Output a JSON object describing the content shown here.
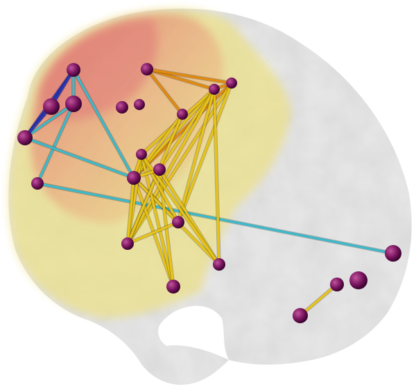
{
  "figure": {
    "kind": "brain-connectivity-render",
    "background": "#ffffff"
  },
  "brain": {
    "base_color": "#d9d9d9",
    "overlay_colors": [
      "#e06868",
      "#f2c98a",
      "#eee07a"
    ]
  },
  "nodes": [
    {
      "id": "n1",
      "color": "#7a1560"
    },
    {
      "id": "n2",
      "color": "#7a1560"
    },
    {
      "id": "n3",
      "color": "#7a1560"
    },
    {
      "id": "n4",
      "color": "#7a1560"
    },
    {
      "id": "n5",
      "color": "#7a1560"
    },
    {
      "id": "n6",
      "color": "#7a1560"
    },
    {
      "id": "n7",
      "color": "#7a1560"
    },
    {
      "id": "n8",
      "color": "#7a1560"
    },
    {
      "id": "n9",
      "color": "#7a1560"
    },
    {
      "id": "n10",
      "color": "#7a1560"
    },
    {
      "id": "n11",
      "color": "#7a1560"
    },
    {
      "id": "n12",
      "color": "#7a1560"
    },
    {
      "id": "n13",
      "color": "#7a1560"
    },
    {
      "id": "n14",
      "color": "#7a1560"
    },
    {
      "id": "n15",
      "color": "#7a1560"
    },
    {
      "id": "n16",
      "color": "#7a1560"
    },
    {
      "id": "n17",
      "color": "#7a1560"
    },
    {
      "id": "n18",
      "color": "#7a1560"
    },
    {
      "id": "n19",
      "color": "#7a1560"
    },
    {
      "id": "n20",
      "color": "#7a1560"
    },
    {
      "id": "n21",
      "color": "#7a1560"
    },
    {
      "id": "n22",
      "color": "#7a1560"
    }
  ],
  "edge_colors": {
    "cyan": "#3fb8c8",
    "blue": "#2a35b0",
    "orange": "#e08a10",
    "yellow": "#e6c21a"
  }
}
